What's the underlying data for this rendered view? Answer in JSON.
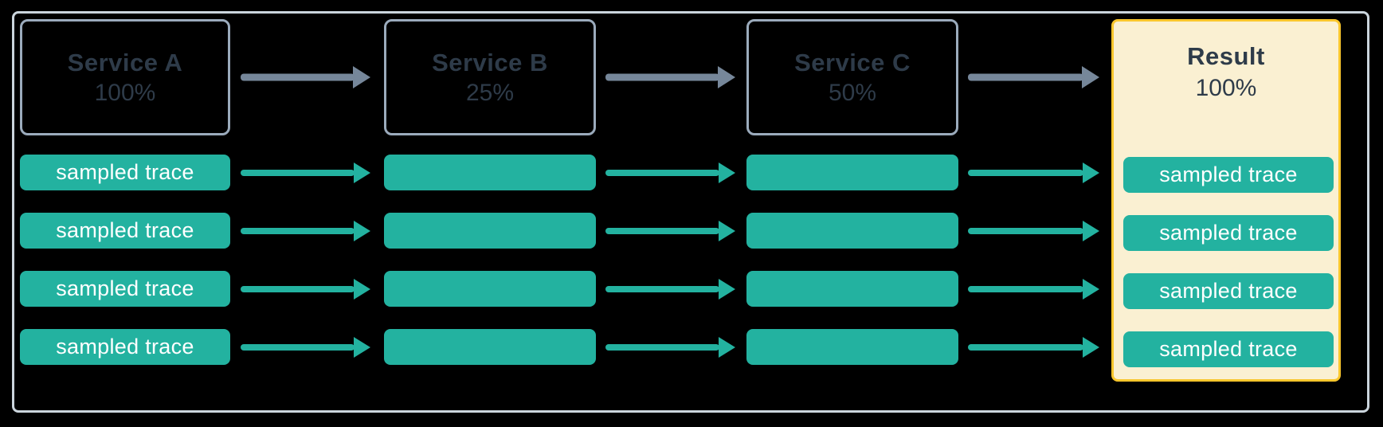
{
  "colors": {
    "background": "#000000",
    "frame_border": "#CBD5DD",
    "service_box_border": "#9BABBC",
    "service_text": "#2E3B49",
    "trace_teal": "#23B2A0",
    "trace_text": "#FFFFFF",
    "flow_arrow_gray": "#76879A",
    "result_background": "#FAF0D2",
    "result_border": "#F9C62D"
  },
  "columns": [
    {
      "title": "Service A",
      "percent": "100%",
      "traces": [
        "sampled trace",
        "sampled trace",
        "sampled trace",
        "sampled trace"
      ]
    },
    {
      "title": "Service B",
      "percent": "25%",
      "traces": [
        "",
        "",
        "",
        ""
      ]
    },
    {
      "title": "Service C",
      "percent": "50%",
      "traces": [
        "",
        "",
        "",
        ""
      ]
    }
  ],
  "result": {
    "title": "Result",
    "percent": "100%",
    "traces": [
      "sampled trace",
      "sampled trace",
      "sampled trace",
      "sampled trace"
    ]
  }
}
